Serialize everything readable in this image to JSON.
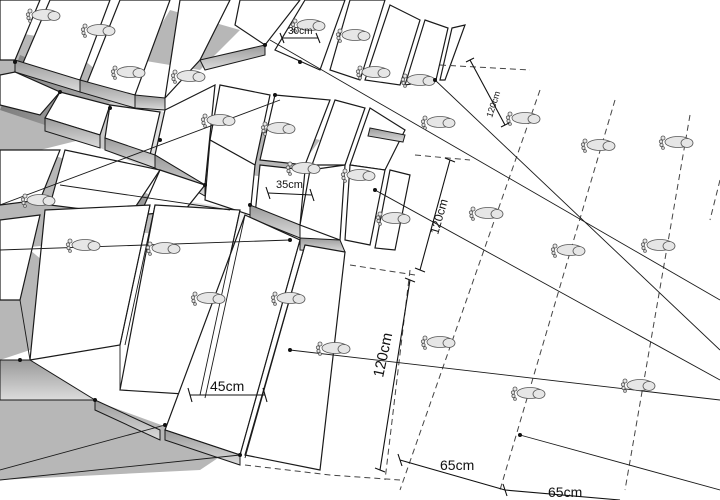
{
  "dimensions": {
    "tread_top": "30cm",
    "tread_mid": "35cm",
    "tread_bottom": "45cm",
    "stride_small": "120cm",
    "stride_mid": "120cm",
    "stride_large": "120cm",
    "pace_a": "65cm",
    "pace_b": "65cm"
  },
  "icons": {
    "footprint": "footprint-icon"
  },
  "colors": {
    "line": "#1a1a1a",
    "shadow": "#7b7b7b",
    "surface": "#ffffff"
  }
}
